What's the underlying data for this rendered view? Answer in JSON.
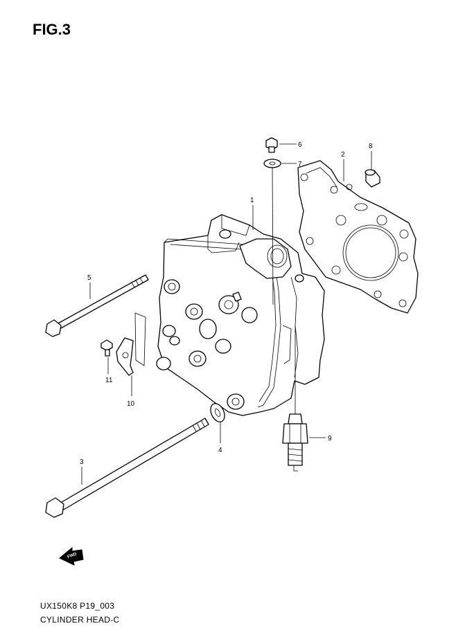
{
  "figure": {
    "title": "FIG.3",
    "drawing_code": "UX150K8 P19_003",
    "subtitle": "CYLINDER HEAD-C"
  },
  "callouts": [
    {
      "id": "1",
      "label": "1"
    },
    {
      "id": "2",
      "label": "2"
    },
    {
      "id": "3",
      "label": "3"
    },
    {
      "id": "4",
      "label": "4"
    },
    {
      "id": "5",
      "label": "5"
    },
    {
      "id": "6",
      "label": "6"
    },
    {
      "id": "7",
      "label": "7"
    },
    {
      "id": "8",
      "label": "8"
    },
    {
      "id": "9",
      "label": "9"
    },
    {
      "id": "10",
      "label": "10"
    },
    {
      "id": "11",
      "label": "11"
    }
  ],
  "direction_arrow": {
    "label": "FWD",
    "icon": "forward-arrow-icon"
  }
}
